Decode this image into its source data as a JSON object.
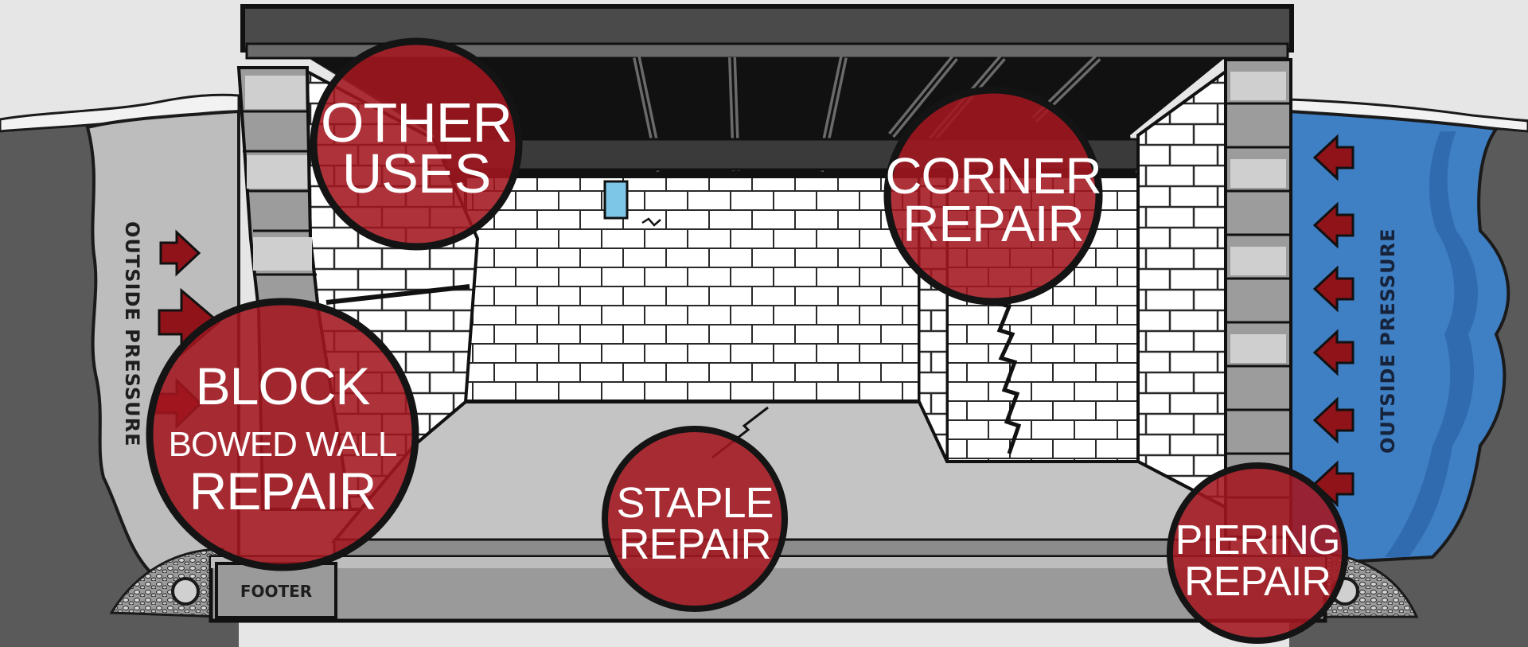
{
  "labels": {
    "left_pressure": "OUTSIDE PRESSURE",
    "right_pressure": "OUTSIDE PRESSURE",
    "footer": "FOOTER"
  },
  "circles": {
    "other_uses": {
      "line1": "OTHER",
      "line2": "USES"
    },
    "corner_repair": {
      "line1": "CORNER",
      "line2": "REPAIR"
    },
    "block_repair": {
      "line1": "BLOCK",
      "line2": "BOWED WALL",
      "line3": "REPAIR"
    },
    "staple_repair": {
      "line1": "STAPLE",
      "line2": "REPAIR"
    },
    "piering_repair": {
      "line1": "PIERING",
      "line2": "REPAIR"
    }
  },
  "colors": {
    "background": "#e6e6e6",
    "soil": "#5a5a5a",
    "left_pressure_zone": "#bdbdbd",
    "water": "#3f7fc4",
    "water_dark": "#2c62a6",
    "frame": "#4a4a4a",
    "floor": "#c4c4c4",
    "ceiling": "#111111",
    "wall": "#ffffff",
    "circle_fill": "#a3161f",
    "circle_stroke": "#141414",
    "arrow": "#8f1319",
    "window_sky": "#7ec6e8"
  }
}
